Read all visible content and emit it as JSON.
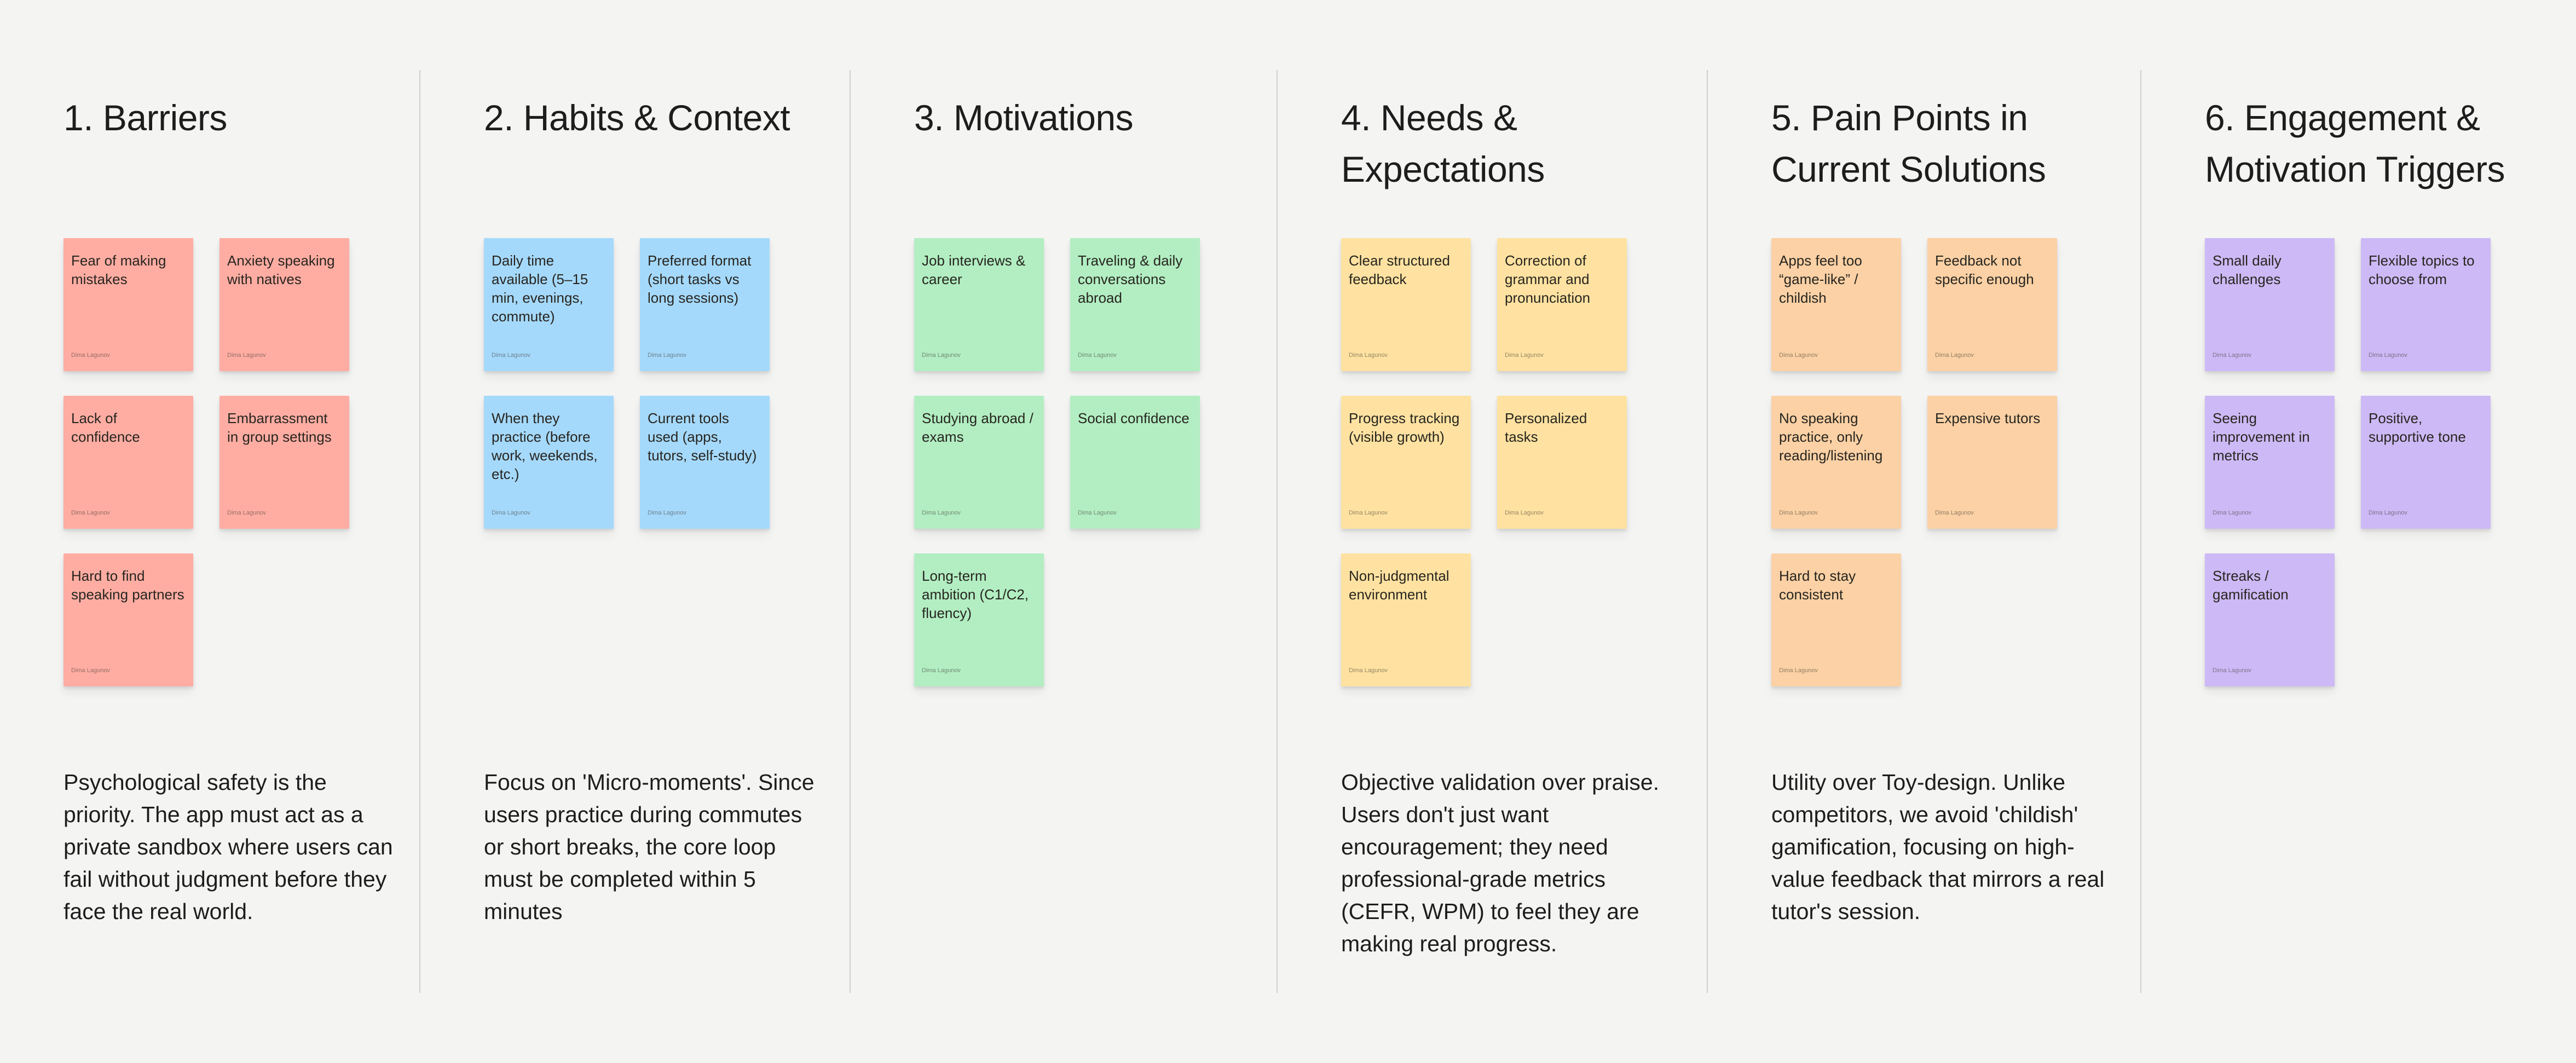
{
  "board": {
    "background_color": "#F4F4F3",
    "divider_color": "#CFCFCF",
    "sticky_author": "Dima Lagunov",
    "columns": [
      {
        "id": "barriers",
        "title": "1. Barriers",
        "sticky_color": "#FFADA3",
        "stickies": [
          {
            "text": "Fear of making mistakes",
            "author": "Dima Lagunov"
          },
          {
            "text": "Anxiety speaking with natives",
            "author": "Dima Lagunov"
          },
          {
            "text": "Lack of confidence",
            "author": "Dima Lagunov"
          },
          {
            "text": "Embarrassment in group settings",
            "author": "Dima Lagunov"
          },
          {
            "text": "Hard to find speaking partners",
            "author": "Dima Lagunov"
          }
        ],
        "insight": "Psychological safety is the priority. The app must act as a private sandbox where users can fail without judgment before they face the real world."
      },
      {
        "id": "habits-context",
        "title": "2. Habits & Context",
        "sticky_color": "#A5D9FC",
        "stickies": [
          {
            "text": "Daily time available (5–15 min, evenings, commute)",
            "author": "Dima Lagunov"
          },
          {
            "text": "Preferred format (short tasks vs long sessions)",
            "author": "Dima Lagunov"
          },
          {
            "text": "When they practice (before work, weekends, etc.)",
            "author": "Dima Lagunov"
          },
          {
            "text": "Current tools used (apps, tutors, self-study)",
            "author": "Dima Lagunov"
          }
        ],
        "insight": "Focus on 'Micro-moments'. Since users practice during commutes or short breaks, the core loop must be completed within 5 minutes"
      },
      {
        "id": "motivations",
        "title": "3. Motivations",
        "sticky_color": "#B2EEC2",
        "stickies": [
          {
            "text": "Job interviews & career",
            "author": "Dima Lagunov"
          },
          {
            "text": "Traveling & daily conversations abroad",
            "author": "Dima Lagunov"
          },
          {
            "text": "Studying abroad / exams",
            "author": "Dima Lagunov"
          },
          {
            "text": "Social confidence",
            "author": "Dima Lagunov"
          },
          {
            "text": "Long-term ambition (C1/C2, fluency)",
            "author": "Dima Lagunov"
          }
        ],
        "insight": ""
      },
      {
        "id": "needs-expectations",
        "title": "4. Needs & Expectations",
        "sticky_color": "#FFE2A1",
        "stickies": [
          {
            "text": "Clear structured feedback",
            "author": "Dima Lagunov"
          },
          {
            "text": "Correction of grammar and pronunciation",
            "author": "Dima Lagunov"
          },
          {
            "text": "Progress tracking (visible growth)",
            "author": "Dima Lagunov"
          },
          {
            "text": "Personalized tasks",
            "author": "Dima Lagunov"
          },
          {
            "text": "Non-judgmental environment",
            "author": "Dima Lagunov"
          }
        ],
        "insight": "Objective validation over praise. Users don't just want encouragement; they need professional-grade metrics (CEFR, WPM) to feel they are making real progress."
      },
      {
        "id": "pain-points",
        "title": "5. Pain Points in Current Solutions",
        "sticky_color": "#FBD1A5",
        "stickies": [
          {
            "text": "Apps feel too “game-like” / childish",
            "author": "Dima Lagunov"
          },
          {
            "text": "Feedback not specific enough",
            "author": "Dima Lagunov"
          },
          {
            "text": "No speaking practice, only reading/listening",
            "author": "Dima Lagunov"
          },
          {
            "text": "Expensive tutors",
            "author": "Dima Lagunov"
          },
          {
            "text": "Hard to stay consistent",
            "author": "Dima Lagunov"
          }
        ],
        "insight": "Utility over Toy-design. Unlike competitors, we avoid 'childish' gamification, focusing on high-value feedback that mirrors a real tutor's session."
      },
      {
        "id": "engagement-triggers",
        "title": "6. Engagement & Motivation Triggers",
        "sticky_color": "#CDB9F6",
        "stickies": [
          {
            "text": "Small daily challenges",
            "author": "Dima Lagunov"
          },
          {
            "text": "Flexible topics to choose from",
            "author": "Dima Lagunov"
          },
          {
            "text": "Seeing improvement in metrics",
            "author": "Dima Lagunov"
          },
          {
            "text": "Positive, supportive tone",
            "author": "Dima Lagunov"
          },
          {
            "text": "Streaks / gamification",
            "author": "Dima Lagunov"
          }
        ],
        "insight": ""
      }
    ]
  }
}
